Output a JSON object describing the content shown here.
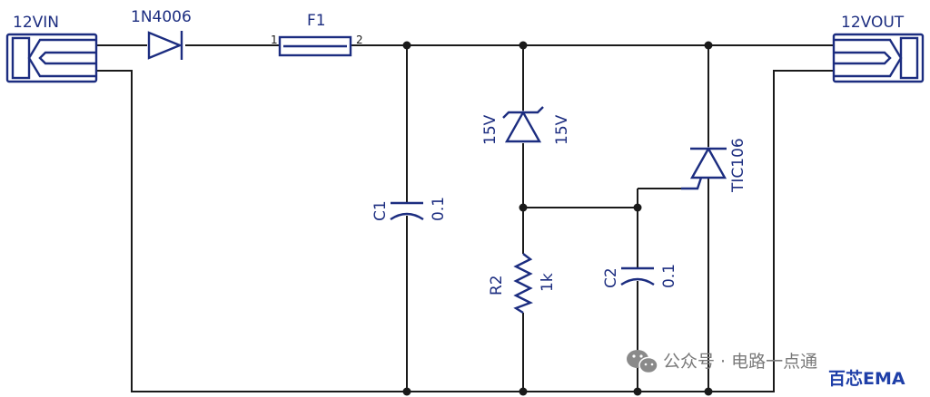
{
  "input_connector": {
    "label": "12VIN"
  },
  "output_connector": {
    "label": "12VOUT"
  },
  "diode": {
    "label": "1N4006"
  },
  "fuse": {
    "label": "F1",
    "pin1": "1",
    "pin2": "2"
  },
  "zener": {
    "label_left": "15V",
    "label_right": "15V"
  },
  "scr": {
    "label": "TIC106"
  },
  "capacitor_c1": {
    "ref": "C1",
    "value": "0.1"
  },
  "resistor_r2": {
    "ref": "R2",
    "value": "1k"
  },
  "capacitor_c2": {
    "ref": "C2",
    "value": "0.1"
  },
  "watermark": {
    "text": "公众号 · 电路一点通",
    "brand": "百芯EMA",
    "icon": "wechat-icon"
  },
  "colors": {
    "component": "#1c2d80",
    "wire": "#1a1a1a",
    "watermark": "#7a7a7a",
    "brand": "#1f3fa8"
  }
}
